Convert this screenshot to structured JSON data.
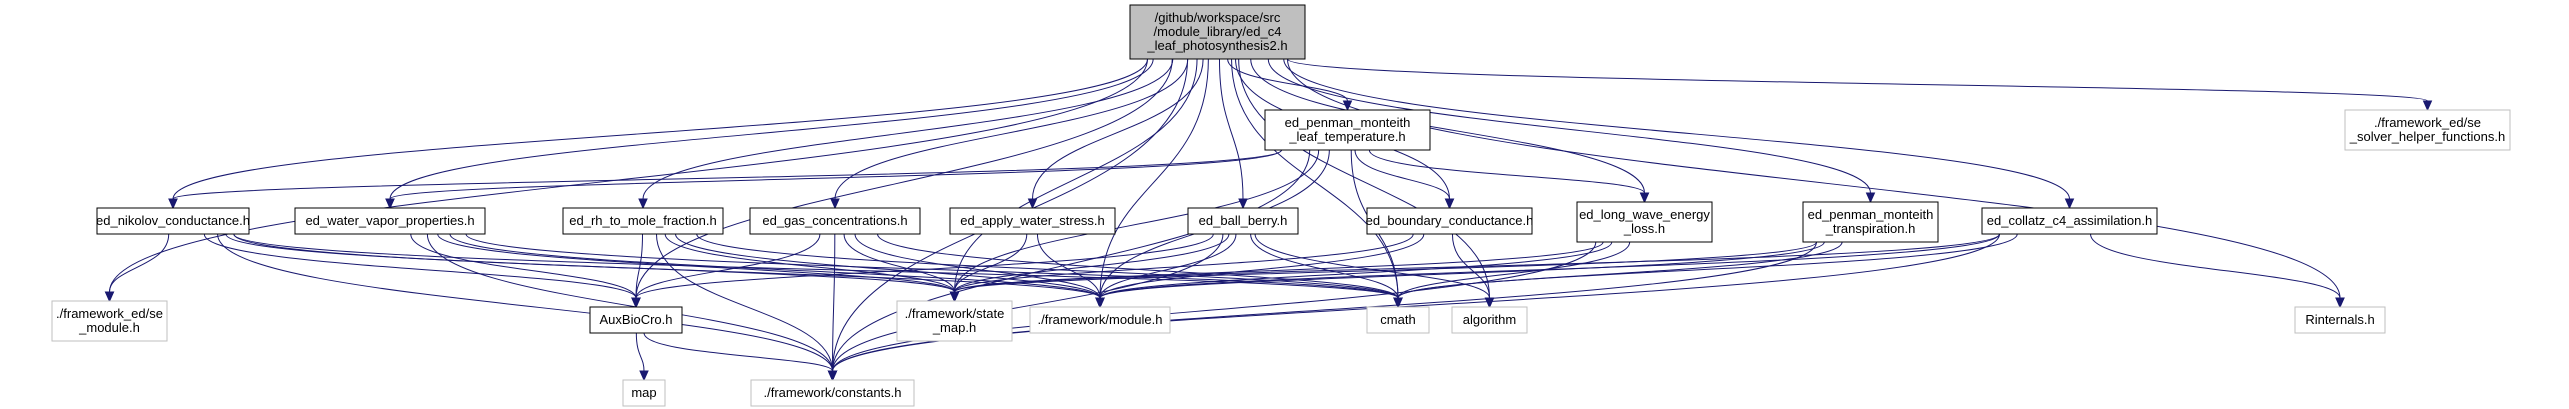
{
  "colors": {
    "edge": "#191970",
    "root_fill": "#bfbfbf",
    "node_border": "#000000",
    "system_border": "#bfbfbf",
    "background": "#ffffff"
  },
  "nodes": [
    {
      "id": "root",
      "kind": "root",
      "lines": [
        "/github/workspace/src",
        "/module_library/ed_c4",
        "_leaf_photosynthesis2.h"
      ]
    },
    {
      "id": "pmlt",
      "kind": "local",
      "lines": [
        "ed_penman_monteith",
        "_leaf_temperature.h"
      ]
    },
    {
      "id": "solver",
      "kind": "system",
      "lines": [
        "./framework_ed/se",
        "_solver_helper_functions.h"
      ]
    },
    {
      "id": "nikolov",
      "kind": "local",
      "lines": [
        "ed_nikolov_conductance.h"
      ]
    },
    {
      "id": "wvp",
      "kind": "local",
      "lines": [
        "ed_water_vapor_properties.h"
      ]
    },
    {
      "id": "rh",
      "kind": "local",
      "lines": [
        "ed_rh_to_mole_fraction.h"
      ]
    },
    {
      "id": "gas",
      "kind": "local",
      "lines": [
        "ed_gas_concentrations.h"
      ]
    },
    {
      "id": "aws",
      "kind": "local",
      "lines": [
        "ed_apply_water_stress.h"
      ]
    },
    {
      "id": "bb",
      "kind": "local",
      "lines": [
        "ed_ball_berry.h"
      ]
    },
    {
      "id": "bc",
      "kind": "local",
      "lines": [
        "ed_boundary_conductance.h"
      ]
    },
    {
      "id": "lwel",
      "kind": "local",
      "lines": [
        "ed_long_wave_energy",
        "_loss.h"
      ]
    },
    {
      "id": "pmt",
      "kind": "local",
      "lines": [
        "ed_penman_monteith",
        "_transpiration.h"
      ]
    },
    {
      "id": "collatz",
      "kind": "local",
      "lines": [
        "ed_collatz_c4_assimilation.h"
      ]
    },
    {
      "id": "semod",
      "kind": "system",
      "lines": [
        "./framework_ed/se",
        "_module.h"
      ]
    },
    {
      "id": "aux",
      "kind": "local",
      "lines": [
        "AuxBioCro.h"
      ]
    },
    {
      "id": "state",
      "kind": "system",
      "lines": [
        "./framework/state",
        "_map.h"
      ]
    },
    {
      "id": "module",
      "kind": "system",
      "lines": [
        "./framework/module.h"
      ]
    },
    {
      "id": "cmath",
      "kind": "system",
      "lines": [
        "cmath"
      ]
    },
    {
      "id": "algorithm",
      "kind": "system",
      "lines": [
        "algorithm"
      ]
    },
    {
      "id": "rint",
      "kind": "system",
      "lines": [
        "Rinternals.h"
      ]
    },
    {
      "id": "map",
      "kind": "system",
      "lines": [
        "map"
      ]
    },
    {
      "id": "constants",
      "kind": "system",
      "lines": [
        "./framework/constants.h"
      ]
    }
  ],
  "edges": [
    [
      "root",
      "pmlt"
    ],
    [
      "root",
      "solver"
    ],
    [
      "root",
      "nikolov"
    ],
    [
      "root",
      "wvp"
    ],
    [
      "root",
      "rh"
    ],
    [
      "root",
      "gas"
    ],
    [
      "root",
      "aws"
    ],
    [
      "root",
      "bb"
    ],
    [
      "root",
      "bc"
    ],
    [
      "root",
      "lwel"
    ],
    [
      "root",
      "pmt"
    ],
    [
      "root",
      "collatz"
    ],
    [
      "root",
      "semod"
    ],
    [
      "root",
      "aux"
    ],
    [
      "root",
      "state"
    ],
    [
      "root",
      "module"
    ],
    [
      "root",
      "cmath"
    ],
    [
      "root",
      "algorithm"
    ],
    [
      "root",
      "rint"
    ],
    [
      "root",
      "constants"
    ],
    [
      "pmlt",
      "nikolov"
    ],
    [
      "pmlt",
      "wvp"
    ],
    [
      "pmlt",
      "bc"
    ],
    [
      "pmlt",
      "lwel"
    ],
    [
      "pmlt",
      "state"
    ],
    [
      "pmlt",
      "module"
    ],
    [
      "pmlt",
      "cmath"
    ],
    [
      "pmlt",
      "constants"
    ],
    [
      "nikolov",
      "semod"
    ],
    [
      "nikolov",
      "aux"
    ],
    [
      "nikolov",
      "state"
    ],
    [
      "nikolov",
      "module"
    ],
    [
      "nikolov",
      "cmath"
    ],
    [
      "nikolov",
      "constants"
    ],
    [
      "wvp",
      "aux"
    ],
    [
      "wvp",
      "state"
    ],
    [
      "wvp",
      "module"
    ],
    [
      "wvp",
      "cmath"
    ],
    [
      "wvp",
      "constants"
    ],
    [
      "rh",
      "aux"
    ],
    [
      "rh",
      "state"
    ],
    [
      "rh",
      "module"
    ],
    [
      "rh",
      "cmath"
    ],
    [
      "rh",
      "constants"
    ],
    [
      "gas",
      "aux"
    ],
    [
      "gas",
      "state"
    ],
    [
      "gas",
      "module"
    ],
    [
      "gas",
      "cmath"
    ],
    [
      "gas",
      "constants"
    ],
    [
      "aws",
      "state"
    ],
    [
      "aws",
      "module"
    ],
    [
      "bb",
      "aux"
    ],
    [
      "bb",
      "state"
    ],
    [
      "bb",
      "module"
    ],
    [
      "bb",
      "cmath"
    ],
    [
      "bb",
      "algorithm"
    ],
    [
      "bb",
      "constants"
    ],
    [
      "bc",
      "state"
    ],
    [
      "bc",
      "module"
    ],
    [
      "bc",
      "algorithm"
    ],
    [
      "lwel",
      "state"
    ],
    [
      "lwel",
      "module"
    ],
    [
      "lwel",
      "cmath"
    ],
    [
      "lwel",
      "constants"
    ],
    [
      "pmt",
      "state"
    ],
    [
      "pmt",
      "module"
    ],
    [
      "pmt",
      "cmath"
    ],
    [
      "pmt",
      "constants"
    ],
    [
      "collatz",
      "state"
    ],
    [
      "collatz",
      "module"
    ],
    [
      "collatz",
      "cmath"
    ],
    [
      "collatz",
      "rint"
    ],
    [
      "collatz",
      "constants"
    ],
    [
      "aux",
      "map"
    ],
    [
      "aux",
      "constants"
    ]
  ]
}
